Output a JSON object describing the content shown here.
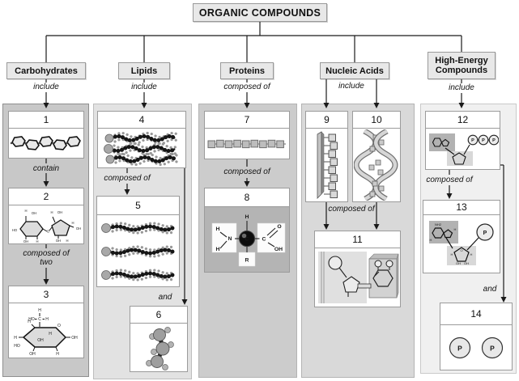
{
  "root": {
    "label": "ORGANIC COMPOUNDS"
  },
  "branches": {
    "carbohydrates": {
      "label": "Carbohydrates",
      "relation": "include"
    },
    "lipids": {
      "label": "Lipids",
      "relation": "include"
    },
    "proteins": {
      "label": "Proteins",
      "relation": "composed of"
    },
    "nucleic_acids": {
      "label": "Nucleic Acids",
      "relation": "include"
    },
    "high_energy": {
      "label": "High-Energy Compounds",
      "relation": "include"
    }
  },
  "edges": {
    "e1_2": "contain",
    "e2_3": "composed of two",
    "e4_5": "composed of",
    "e4_6": "and",
    "e7_8": "composed of",
    "e910_11": "composed of",
    "e12_13": "composed of",
    "e12_14": "and"
  },
  "nodes": {
    "n1": {
      "number": "1",
      "image": "polysaccharide-chain"
    },
    "n2": {
      "number": "2",
      "image": "disaccharide-rings"
    },
    "n3": {
      "number": "3",
      "image": "monosaccharide-glucose-ring"
    },
    "n4": {
      "number": "4",
      "image": "triglyceride-ball-model"
    },
    "n5": {
      "number": "5",
      "image": "fatty-acid-chains-model"
    },
    "n6": {
      "number": "6",
      "image": "glycerol-ball-model"
    },
    "n7": {
      "number": "7",
      "image": "polypeptide-square-chain"
    },
    "n8": {
      "number": "8",
      "image": "amino-acid-diagram"
    },
    "n9": {
      "number": "9",
      "image": "rna-single-strand"
    },
    "n10": {
      "number": "10",
      "image": "dna-double-helix"
    },
    "n11": {
      "number": "11",
      "image": "nucleotide-diagram"
    },
    "n12": {
      "number": "12",
      "image": "atp-structure"
    },
    "n13": {
      "number": "13",
      "image": "amp-structure"
    },
    "n14": {
      "number": "14",
      "image": "phosphate-groups"
    }
  },
  "atoms": {
    "p": "P",
    "c": "C",
    "r": "R",
    "h": "H",
    "n": "N",
    "o": "O",
    "oh": "OH",
    "ho": "HO",
    "nh2": "NH2"
  },
  "colors": {
    "column_carbohydrates": "#c8c8c8",
    "column_lipids": "#e2e2e2",
    "column_proteins": "#cccccc",
    "column_nucleic_acids": "#d9d9d9",
    "column_high_energy": "#f0f0f0",
    "node_fill": "#ffffff",
    "label_box_fill": "#e8e8e8",
    "amino_acid_panel": "#b4b4b4",
    "line": "#1a1a1a"
  }
}
